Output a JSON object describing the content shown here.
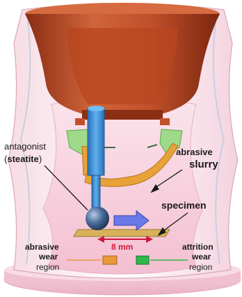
{
  "labels": {
    "antagonist": "antagonist",
    "antagonist_open": "(",
    "steatite": "steatite",
    "antagonist_close": ")",
    "abrasive_slurry_line1": "abrasive",
    "abrasive_slurry_line2": "slurry",
    "specimen": "specimen",
    "distance": "8 mm",
    "abrasive_wear_line1": "abrasive",
    "abrasive_wear_line2": "wear",
    "abrasive_wear_line3": "region",
    "attrition_wear_line1": "attrition",
    "attrition_wear_line2": "wear",
    "attrition_wear_line3": "region"
  },
  "colors": {
    "chamber_outer": "#fbe9ef",
    "chamber_inner": "#f6c9d8",
    "top_block": "#c0502a",
    "top_block_dark": "#8a2e14",
    "rod": "#3d8fd6",
    "ball": "#3a5c8a",
    "arm": "#e8a23a",
    "specimen": "#d8b25a",
    "direction_arrow": "#6b78e8",
    "distance_arrow": "#d01a3a",
    "abrasive_region": "#e89a3a",
    "attrition_region": "#2fb84a",
    "base": "#f3c6d4"
  }
}
